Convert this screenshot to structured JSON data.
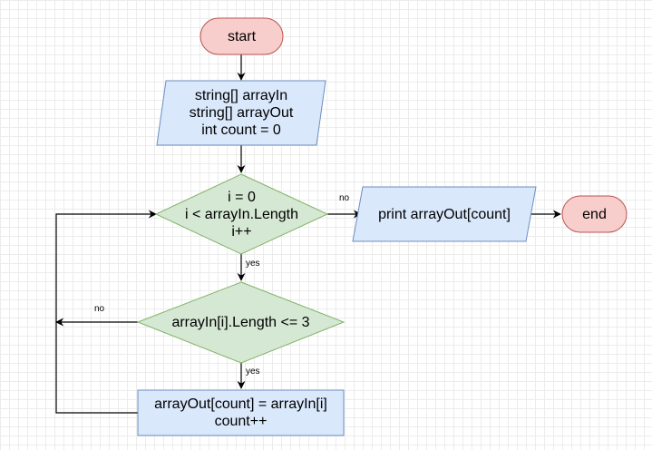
{
  "diagram": {
    "colors": {
      "terminal_fill": "#f8cecc",
      "terminal_stroke": "#b85450",
      "io_fill": "#dae8fc",
      "io_stroke": "#6c8ebf",
      "decision_fill": "#d5e8d4",
      "decision_stroke": "#82b366",
      "edge": "#000000"
    },
    "nodes": {
      "start": {
        "text": "start"
      },
      "declare": {
        "lines": [
          "string[] arrayIn",
          "string[] arrayOut",
          "int count = 0"
        ]
      },
      "loop": {
        "lines": [
          "i = 0",
          "i < arrayIn.Length",
          "i++"
        ]
      },
      "check": {
        "text": "arrayIn[i].Length <= 3"
      },
      "assign": {
        "lines": [
          "arrayOut[count] = arrayIn[i]",
          "count++"
        ]
      },
      "print": {
        "text": "print arrayOut[count]"
      },
      "end": {
        "text": "end"
      }
    },
    "edge_labels": {
      "loop_no": "no",
      "loop_yes": "yes",
      "check_no": "no",
      "check_yes": "yes"
    }
  }
}
